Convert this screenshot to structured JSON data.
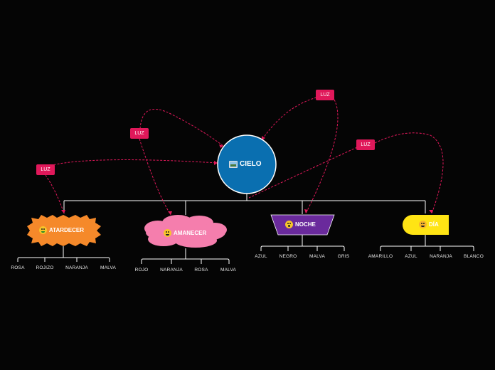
{
  "central": {
    "label": "CIELO",
    "icon": "sky-photo-icon",
    "color": "#0a6fb0"
  },
  "branches": [
    {
      "label": "ATARDECER",
      "icon": "money-face-icon",
      "color": "#f5892a",
      "children": [
        "ROSA",
        "ROJIZO",
        "NARANJA",
        "MALVA"
      ]
    },
    {
      "label": "AMANECER",
      "icon": "grinning-face-icon",
      "color": "#f57ead",
      "children": [
        "ROJO",
        "NARANJA",
        "ROSA",
        "MALVA"
      ]
    },
    {
      "label": "NOCHE",
      "icon": "surprised-face-icon",
      "color": "#6a2a9c",
      "children": [
        "AZUL",
        "NEGRO",
        "MALVA",
        "GRIS"
      ]
    },
    {
      "label": "DÍA",
      "icon": "smiling-face-icon",
      "color": "#ffe414",
      "children": [
        "AMARILLO",
        "AZUL",
        "NARANJA",
        "BLANCO"
      ]
    }
  ],
  "relations": [
    {
      "label": "LUZ"
    },
    {
      "label": "LUZ"
    },
    {
      "label": "LUZ"
    },
    {
      "label": "LUZ"
    }
  ],
  "colors": {
    "background": "#050505",
    "relation": "#e0185a",
    "line": "#ffffff"
  }
}
